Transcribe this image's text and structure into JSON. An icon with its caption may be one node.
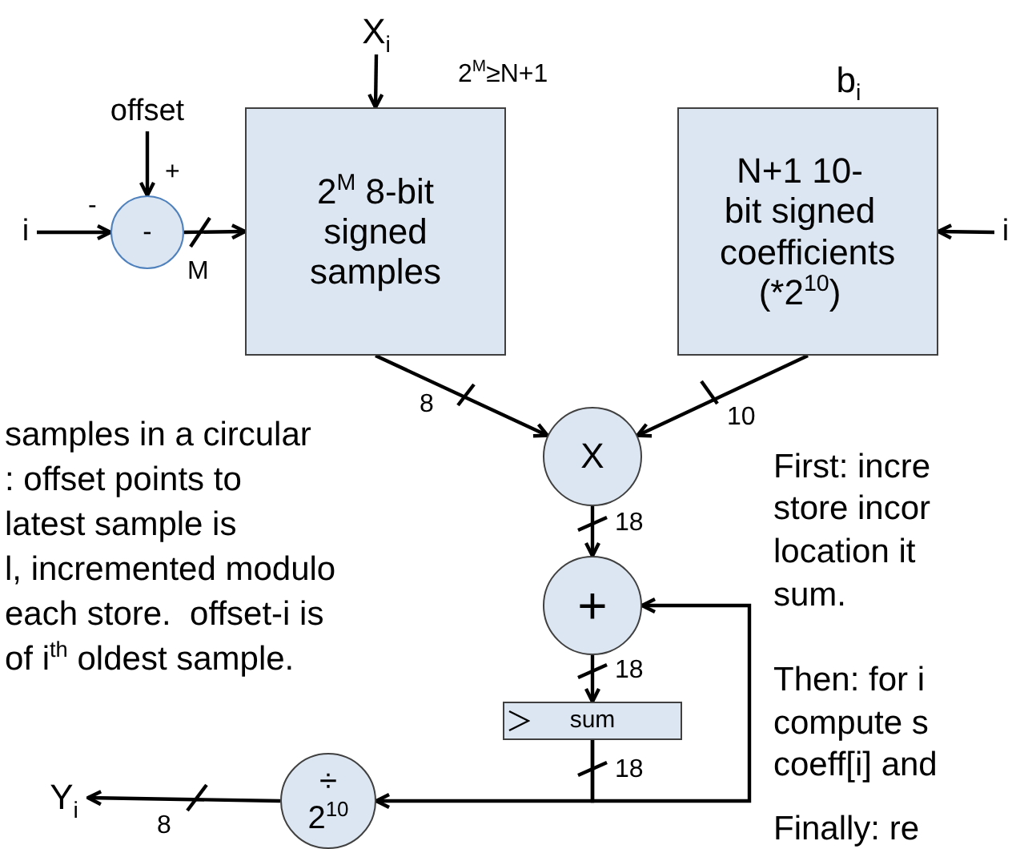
{
  "diagram": {
    "nodes": [
      {
        "text": [
          "X$_{i}$"
        ]
      },
      {
        "text": [
          "offset"
        ]
      },
      {
        "text": [
          "i"
        ]
      },
      {
        "text": [
          "-"
        ]
      },
      {
        "text": [
          "2$^{M}$ 8-bit signed samples"
        ]
      },
      {
        "text": [
          "N+1 10-bit signed coefficients (*2$^{10}$)"
        ],
        "beside": [
          "b$_{i}$"
        ]
      },
      {
        "text": [
          "i"
        ]
      },
      {
        "text": [
          "X"
        ]
      },
      {
        "text": [
          "+"
        ]
      },
      {
        "text": [
          "sum"
        ]
      },
      {
        "text": [
          "÷",
          "2$^{10}$"
        ]
      },
      {
        "text": [
          "Y$_{i}$"
        ]
      }
    ],
    "edges": [
      {
        "from": 0,
        "to": 4,
        "arrow": "to"
      },
      {
        "from": 1,
        "to": 3,
        "arrow": "to"
      },
      {
        "from": 2,
        "to": 3,
        "arrow": "to"
      },
      {
        "from": 3,
        "to": 4,
        "arrow": "to"
      },
      {
        "from": 6,
        "to": 5,
        "arrow": "to"
      },
      {
        "from": 4,
        "to": 7,
        "arrow": "to"
      },
      {
        "from": 5,
        "to": 7,
        "arrow": "to"
      },
      {
        "from": 7,
        "to": 8,
        "arrow": "to"
      },
      {
        "from": 8,
        "to": 9,
        "arrow": "to"
      },
      {
        "from": 9,
        "to": 8,
        "arrow": "to"
      },
      {
        "from": 9,
        "to": 10,
        "arrow": "to"
      },
      {
        "from": 10,
        "to": 11,
        "arrow": "to"
      }
    ],
    "labels": [
      "2$^{M}$≥N+1",
      "+",
      "-",
      "M",
      "8",
      "10",
      "samples in a circular",
      ": offset points to",
      "latest sample is",
      "l, incremented modulo",
      "each store.  offset-i is",
      "of i$^{th}$ oldest sample.",
      "First: incre",
      "store incor",
      "location it",
      "sum.",
      "18",
      "18",
      "Then: for i",
      "compute s",
      "coeff[i] and",
      "18",
      "8",
      "Finally: re"
    ]
  }
}
